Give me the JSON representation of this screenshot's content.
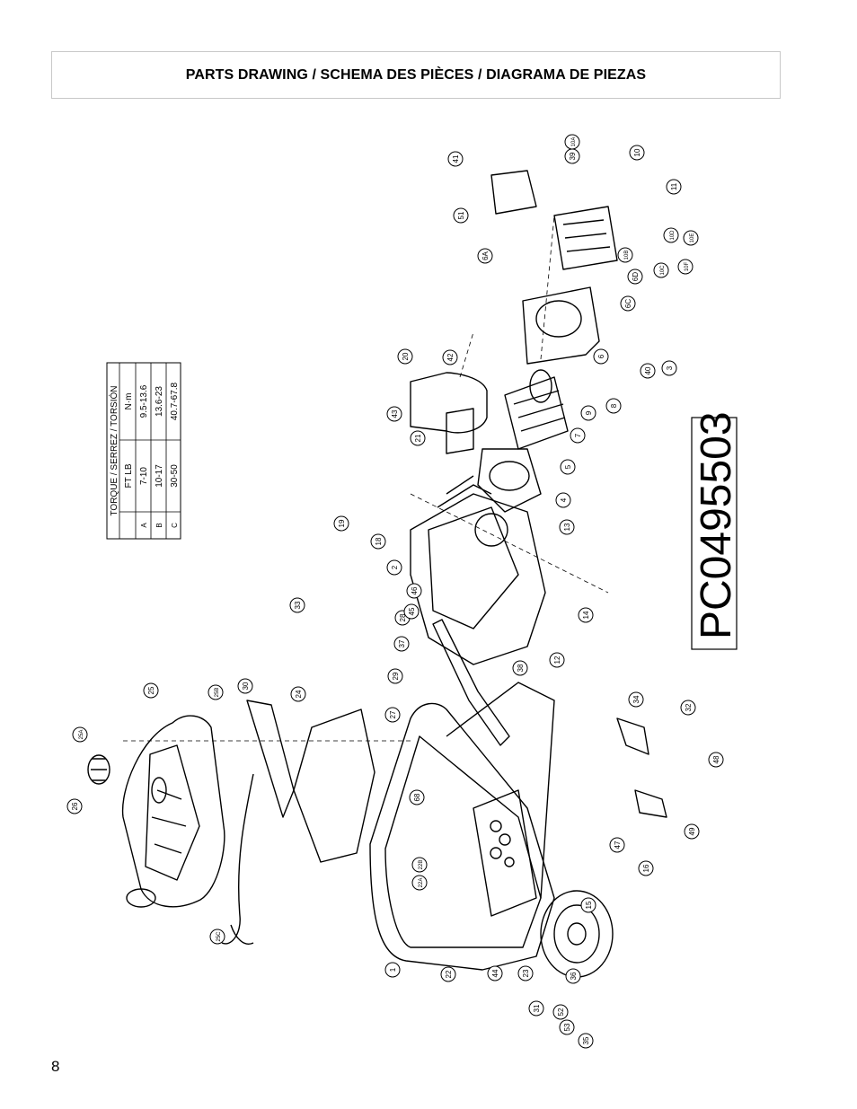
{
  "header": {
    "title": "PARTS DRAWING / SCHEMA DES PIÈCES / DIAGRAMA DE PIEZAS"
  },
  "torque_table": {
    "title": "TORQUE / SERREZ / TORSIÓN",
    "columns": [
      "FT LB",
      "N·m"
    ],
    "rows": [
      {
        "mark": "A",
        "ftlb": "7-10",
        "nm": "9.5-13.6"
      },
      {
        "mark": "B",
        "ftlb": "10-17",
        "nm": "13.6-23"
      },
      {
        "mark": "C",
        "ftlb": "30-50",
        "nm": "40.7-67.8"
      }
    ]
  },
  "drawing_code": "PC0495503",
  "callouts": [
    "1",
    "2",
    "3",
    "4",
    "5",
    "6",
    "6A",
    "6C",
    "6D",
    "7",
    "8",
    "9",
    "10",
    "10A",
    "10B",
    "10C",
    "10D",
    "10E",
    "10F",
    "11",
    "12",
    "13",
    "14",
    "15",
    "16",
    "18",
    "19",
    "20",
    "21",
    "22",
    "22A",
    "22B",
    "23",
    "24",
    "25",
    "25A",
    "25B",
    "25C",
    "26",
    "27",
    "28",
    "29",
    "30",
    "31",
    "32",
    "33",
    "34",
    "35",
    "36",
    "37",
    "38",
    "39",
    "40",
    "41",
    "42",
    "43",
    "44",
    "45",
    "46",
    "47",
    "48",
    "49",
    "51",
    "52",
    "53",
    "68"
  ],
  "footer": {
    "page_number": "8"
  }
}
